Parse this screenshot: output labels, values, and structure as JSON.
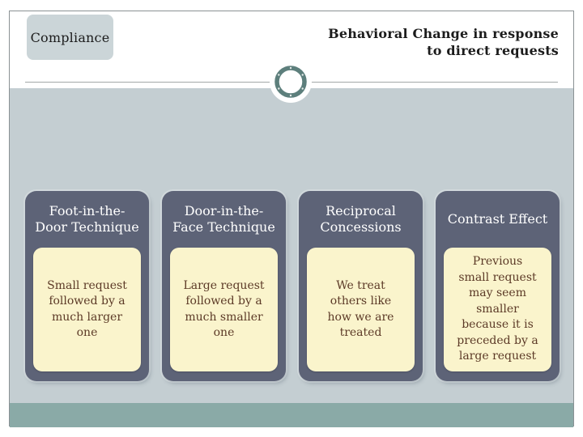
{
  "slide": {
    "badge": "Compliance",
    "title": "Behavioral Change in response\nto direct requests"
  },
  "columns": [
    {
      "header": "Foot-in-the-\nDoor Technique",
      "body": "Small request\nfollowed by a\nmuch larger\none"
    },
    {
      "header": "Door-in-the-\nFace Technique",
      "body": "Large request\nfollowed by a\nmuch smaller\none"
    },
    {
      "header": "Reciprocal\nConcessions",
      "body": "We treat\nothers like\nhow we are\ntreated"
    },
    {
      "header": "Contrast Effect",
      "body": "Previous\nsmall request\nmay seem\nsmaller\nbecause it is\npreceded by a\nlarge request"
    }
  ],
  "colors": {
    "card_slate": "#5d6377",
    "card_cream": "#faf4cc",
    "body_text_brown": "#5c3a27",
    "background_gray": "#c4ced2",
    "footer_teal": "#8aaaa7",
    "badge_gray": "#cbd5d8",
    "ring_teal": "#5d7f7c",
    "title_text": "#1c1c1c"
  }
}
